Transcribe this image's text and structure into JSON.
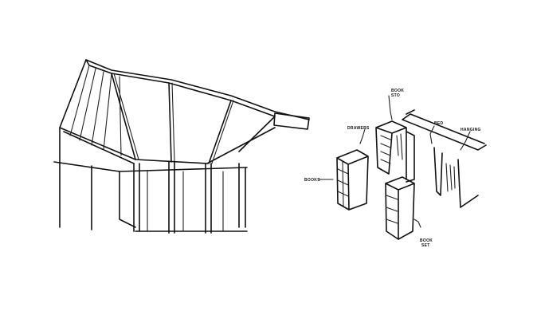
{
  "sketches": {
    "left": {
      "subject": "roof-overhang-perspective"
    },
    "right": {
      "subject": "storage-units-axonometric",
      "labels": {
        "book_sto": [
          "BOOK",
          "STO"
        ],
        "drawers": "DRAWERS",
        "bed": "BED",
        "hanging": "HANGING",
        "books": "BOOKS",
        "book_set": [
          "BOOK",
          "SET"
        ]
      }
    }
  },
  "colors": {
    "ink": "#111111",
    "paper": "#ffffff"
  }
}
